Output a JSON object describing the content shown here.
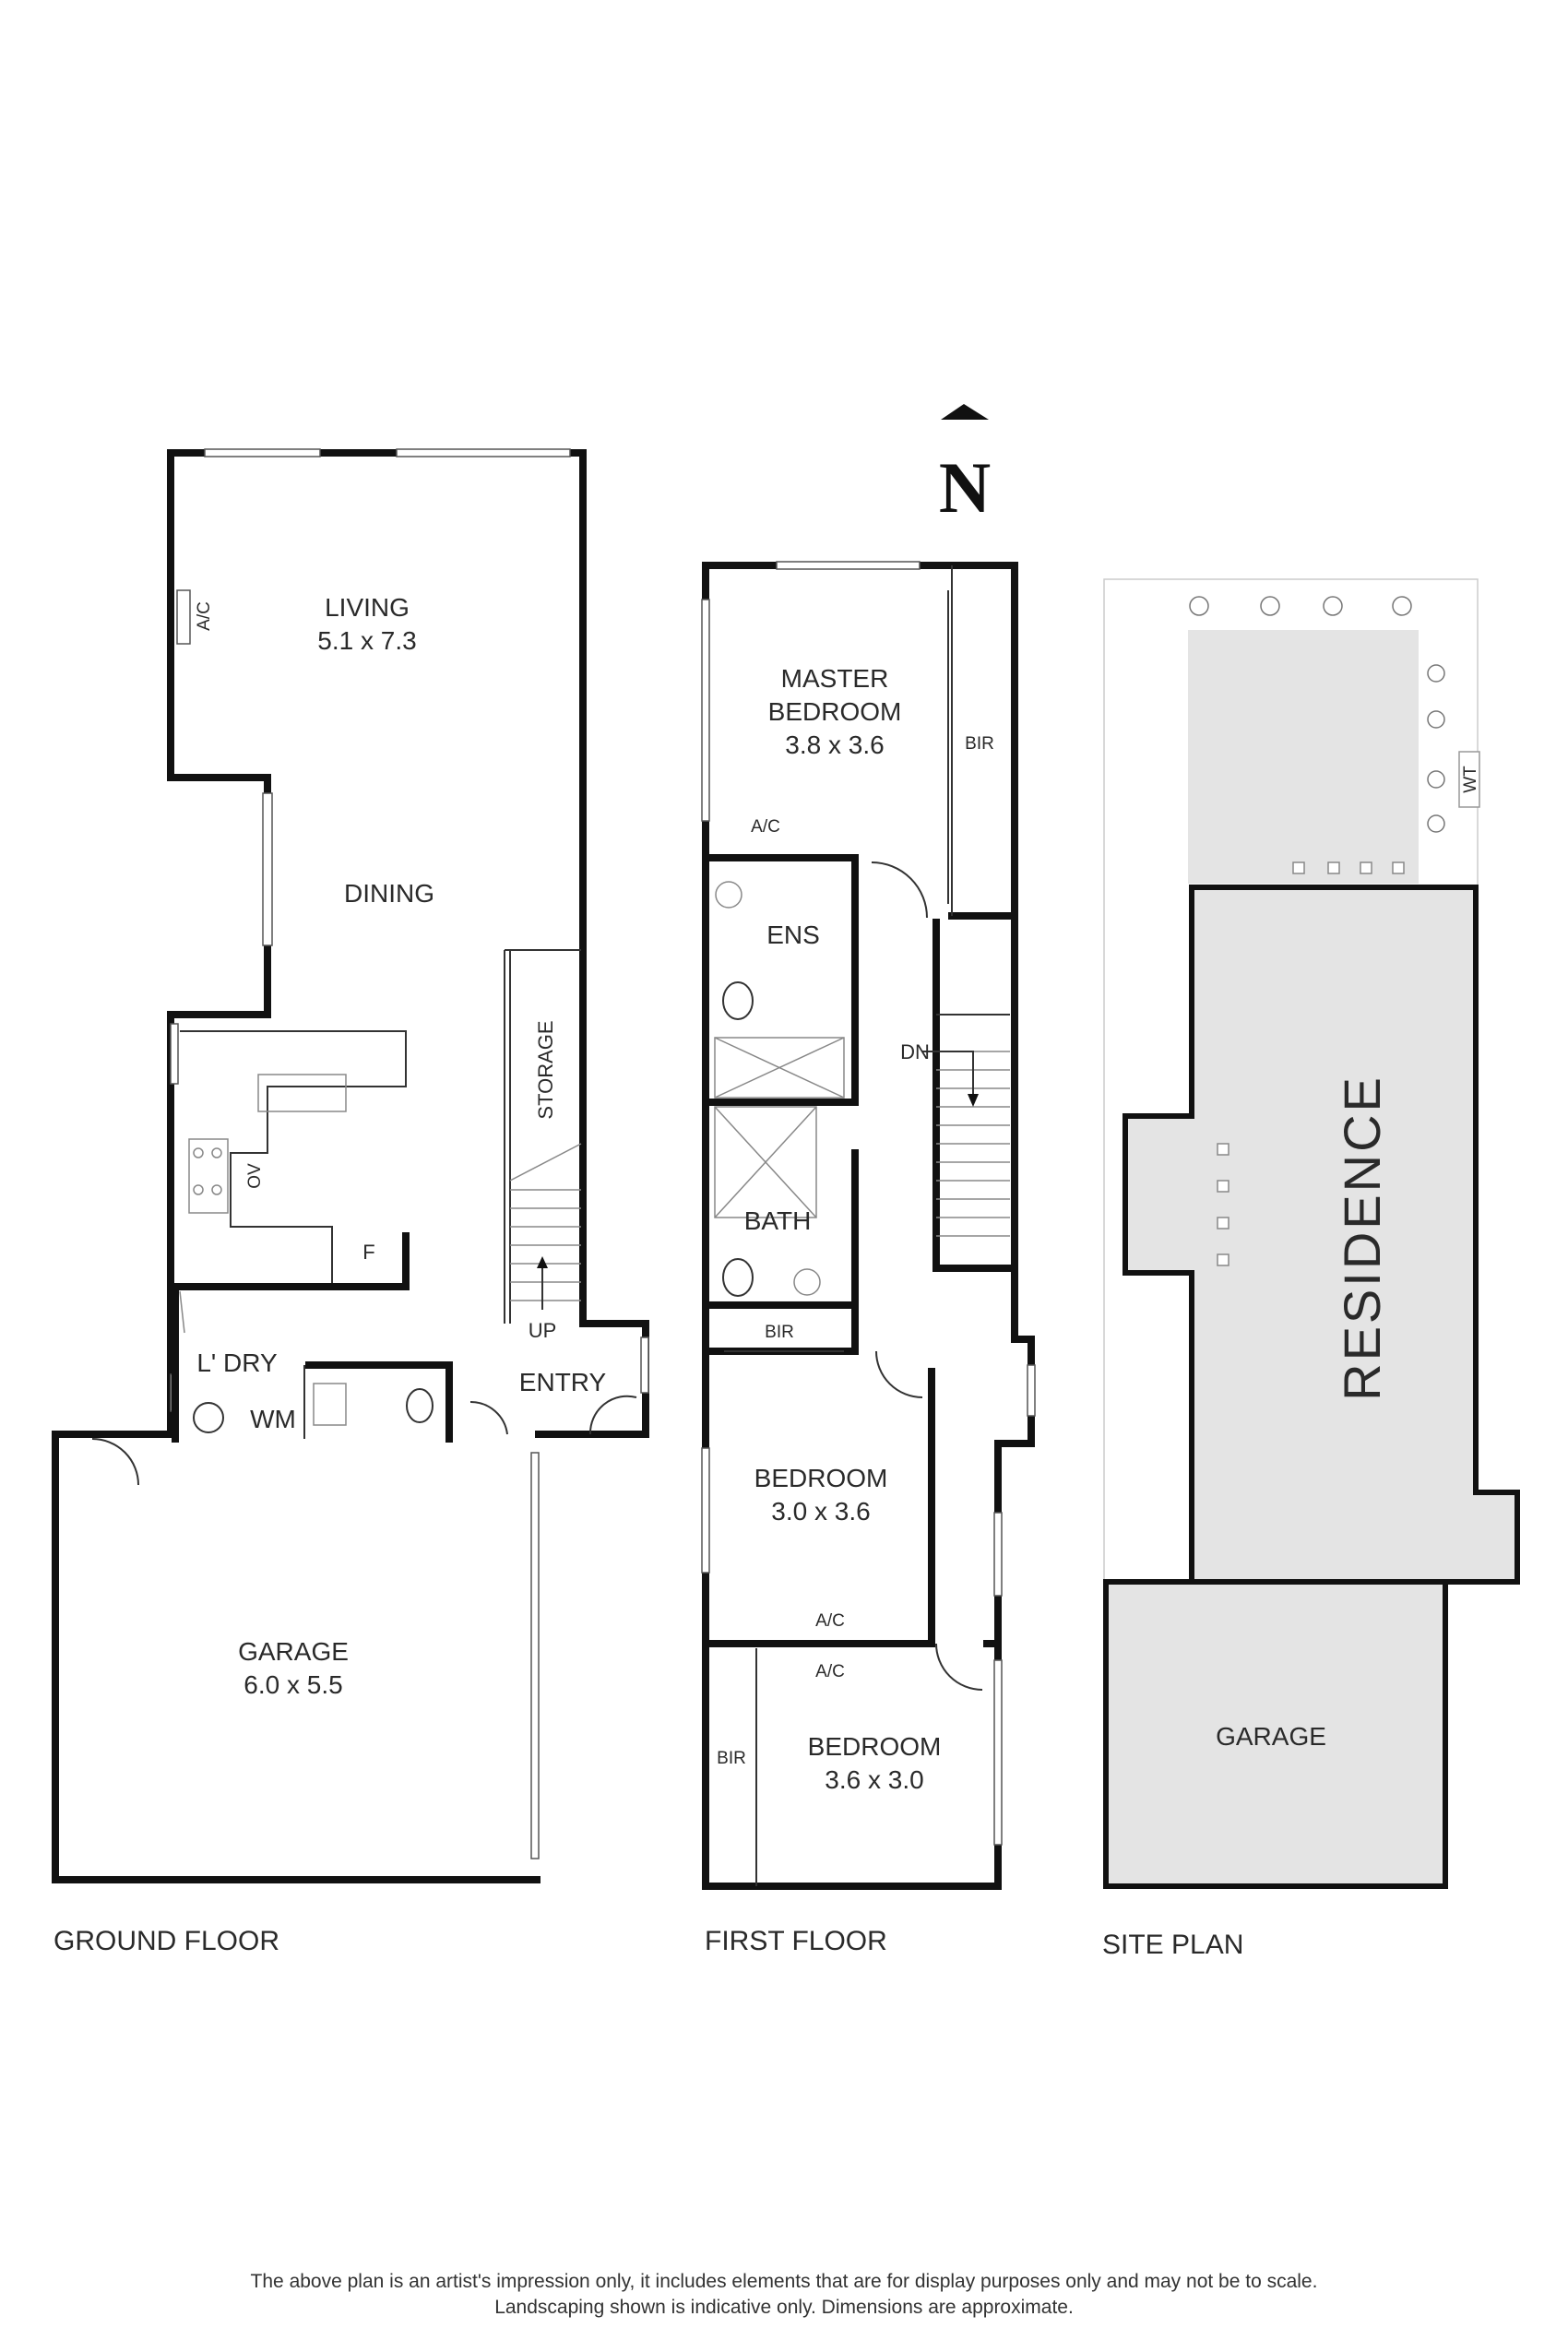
{
  "compass": {
    "letter": "N"
  },
  "ground_floor": {
    "caption": "GROUND FLOOR",
    "rooms": {
      "living_name": "LIVING",
      "living_size": "5.1 x 7.3",
      "dining": "DINING",
      "storage": "STORAGE",
      "entry": "ENTRY",
      "laundry": "L' DRY",
      "wm": "WM",
      "garage_name": "GARAGE",
      "garage_size": "6.0 x 5.5",
      "fridge": "F",
      "oven": "OV",
      "ac": "A/C",
      "up": "UP"
    }
  },
  "first_floor": {
    "caption": "FIRST FLOOR",
    "rooms": {
      "master_line1": "MASTER",
      "master_line2": "BEDROOM",
      "master_size": "3.8 x 3.6",
      "bir_master": "BIR",
      "ac_master": "A/C",
      "ensuite": "ENS",
      "bath": "BATH",
      "dn": "DN",
      "bir_hall": "BIR",
      "bed2_name": "BEDROOM",
      "bed2_size": "3.0 x 3.6",
      "ac_bed2": "A/C",
      "ac_bed3": "A/C",
      "bed3_name": "BEDROOM",
      "bed3_size": "3.6 x 3.0",
      "bir_bed3": "BIR"
    }
  },
  "site_plan": {
    "caption": "SITE PLAN",
    "residence": "RESIDENCE",
    "garage": "GARAGE",
    "wt": "WT"
  },
  "disclaimer": {
    "line1": "The above plan is an artist's impression only, it includes elements that are for display purposes only and may not be to scale.",
    "line2": "Landscaping shown is indicative only. Dimensions are approximate."
  },
  "colors": {
    "wall": "#111111",
    "site_fill": "#e4e4e4",
    "background": "#ffffff"
  }
}
